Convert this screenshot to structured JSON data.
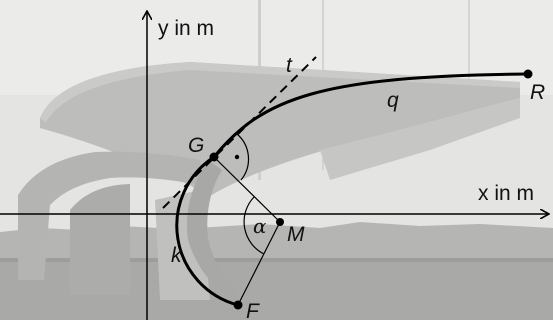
{
  "axes": {
    "y_label": "y in m",
    "x_label": "x in m"
  },
  "curves": {
    "tangent_label": "t",
    "curve_q_label": "q",
    "arc_k_label": "k"
  },
  "points": {
    "G": "G",
    "R": "R",
    "M": "M",
    "F": "F"
  },
  "angle_label": "α",
  "colors": {
    "curve": "#000000",
    "photo_sky": "#e6e6e4",
    "photo_structure": "#b9b9b7",
    "photo_ground": "#a5a5a3"
  }
}
